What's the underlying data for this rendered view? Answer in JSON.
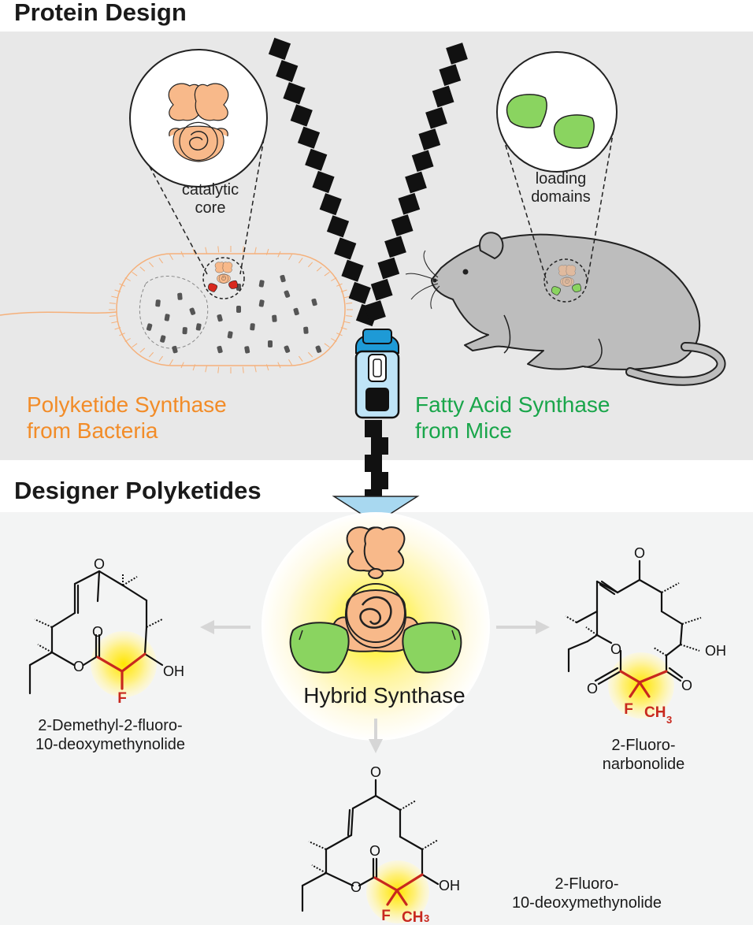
{
  "sections": {
    "protein_design": "Protein Design",
    "designer_polyketides": "Designer Polyketides"
  },
  "callouts": {
    "catalytic": [
      "catalytic",
      "core"
    ],
    "loading": [
      "loading",
      "domains"
    ]
  },
  "organisms": {
    "bacteria": [
      "Polyketide Synthase",
      "from Bacteria"
    ],
    "mice": [
      "Fatty Acid Synthase",
      "from Mice"
    ]
  },
  "hybrid_label": "Hybrid Synthase",
  "products": {
    "left": [
      "2-Demethyl-2-fluoro-",
      "10-deoxymethynolide"
    ],
    "right": [
      "2-Fluoro-",
      "narbonolide"
    ],
    "bottom": [
      "2-Fluoro-",
      "10-deoxymethynolide"
    ]
  },
  "atoms": {
    "o": "O",
    "oh": "OH",
    "f": "F",
    "ch": "CH",
    "sub3": "3"
  },
  "colors": {
    "orange": "#f28c28",
    "green": "#1aa64b",
    "fluoro_red": "#c8281e",
    "protein_peach": "#f8b98a",
    "domain_green": "#8ad460",
    "zipper_blue": "#1e9ad6"
  }
}
